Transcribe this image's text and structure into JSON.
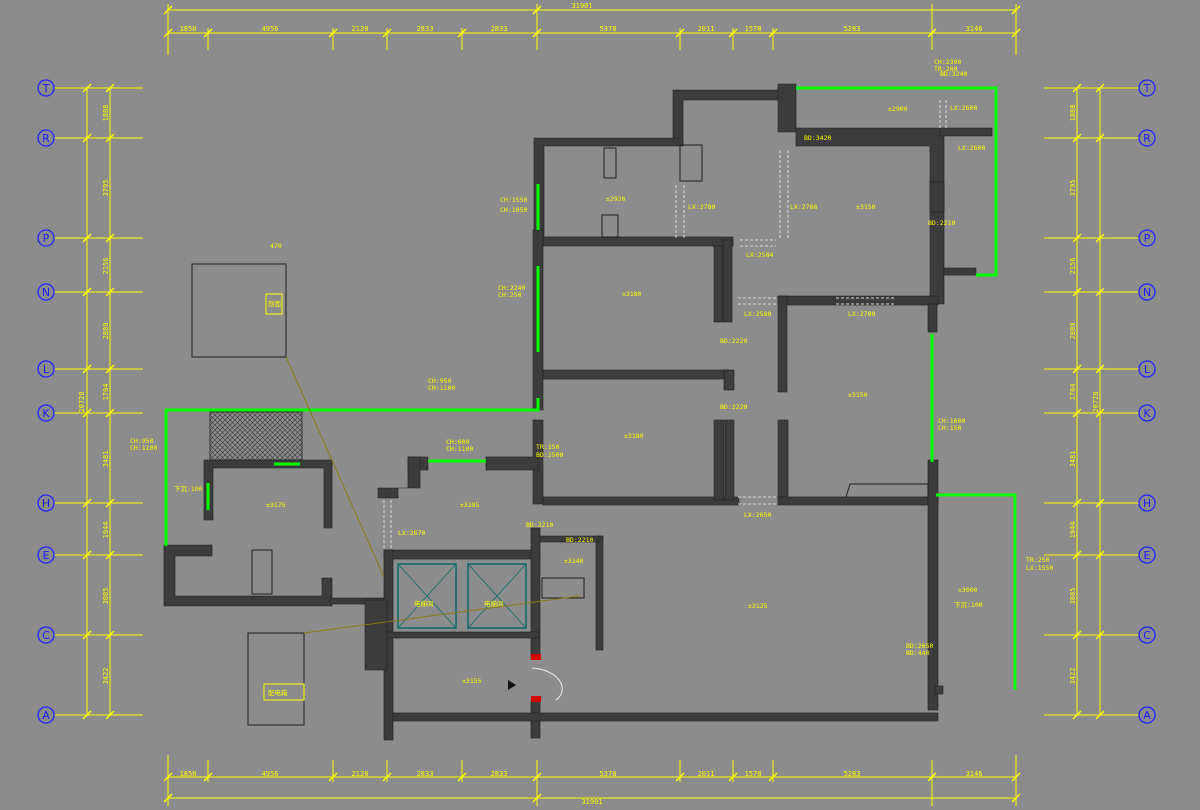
{
  "dims_top": {
    "total": "31901",
    "segments": [
      "1850",
      "4956",
      "2128",
      "2833",
      "2833",
      "5378",
      "2011",
      "1578",
      "5283",
      "3146"
    ]
  },
  "dims_bottom": {
    "total": "31901",
    "segments": [
      "1850",
      "4956",
      "2128",
      "2833",
      "2833",
      "5378",
      "2011",
      "1578",
      "5283",
      "3146"
    ]
  },
  "dims_left": {
    "total": "20728",
    "segments": [
      "1888",
      "3795",
      "2156",
      "2889",
      "1704",
      "3481",
      "1944",
      "3085",
      "3422"
    ]
  },
  "dims_right": {
    "total": "20728",
    "segments": [
      "1888",
      "3795",
      "2156",
      "2889",
      "1704",
      "3481",
      "1944",
      "3085",
      "3422"
    ]
  },
  "axes": [
    "T",
    "R",
    "P",
    "N",
    "L",
    "K",
    "H",
    "E",
    "C",
    "A"
  ],
  "room_levels": [
    {
      "text": "±2900"
    },
    {
      "text": "±2920"
    },
    {
      "text": "±3150"
    },
    {
      "text": "±3180"
    },
    {
      "text": "±3150"
    },
    {
      "text": "±3180"
    },
    {
      "text": "±3175"
    },
    {
      "text": "±3185"
    },
    {
      "text": "±3140"
    },
    {
      "text": "±3125"
    },
    {
      "text": "±3000"
    },
    {
      "text": "±3155"
    }
  ],
  "annotations": [
    {
      "text": "LX:2600"
    },
    {
      "text": "LX:2600"
    },
    {
      "text": "BD:3420"
    },
    {
      "text": "LX:2780"
    },
    {
      "text": "LX:2788"
    },
    {
      "text": "LX:2584"
    },
    {
      "text": "LX:2580"
    },
    {
      "text": "LX:2700"
    },
    {
      "text": "LX:2650"
    },
    {
      "text": "LX:2670"
    },
    {
      "text": "BD:2220"
    },
    {
      "text": "BD:2220"
    },
    {
      "text": "BD:2210"
    },
    {
      "text": "BD:2210"
    },
    {
      "text": "BD:2210"
    },
    {
      "text": "CH:1550"
    },
    {
      "text": "CH:1050"
    },
    {
      "text": "CH:2240"
    },
    {
      "text": "CH:250"
    },
    {
      "text": "CH:1600"
    },
    {
      "text": "CH:150"
    },
    {
      "text": "CH:950"
    },
    {
      "text": "CH:1100"
    },
    {
      "text": "CH:950"
    },
    {
      "text": "CH:1100"
    },
    {
      "text": "CH:600"
    },
    {
      "text": "CH:1100"
    },
    {
      "text": "TR:150"
    },
    {
      "text": "BD:2500"
    },
    {
      "text": "CH:2300"
    },
    {
      "text": "TR:200"
    },
    {
      "text": "TR:250"
    },
    {
      "text": "LX:1550"
    },
    {
      "text": "下沉:100"
    },
    {
      "text": "下沉:100"
    },
    {
      "text": "BD:2650"
    },
    {
      "text": "BD:440"
    },
    {
      "text": "BD:3240"
    }
  ],
  "labels": {
    "elevator_left": "电梯间",
    "elevator_right": "电梯间",
    "detail_top": "剖面",
    "detail_bottom": "配电箱",
    "dim_small": "470"
  }
}
